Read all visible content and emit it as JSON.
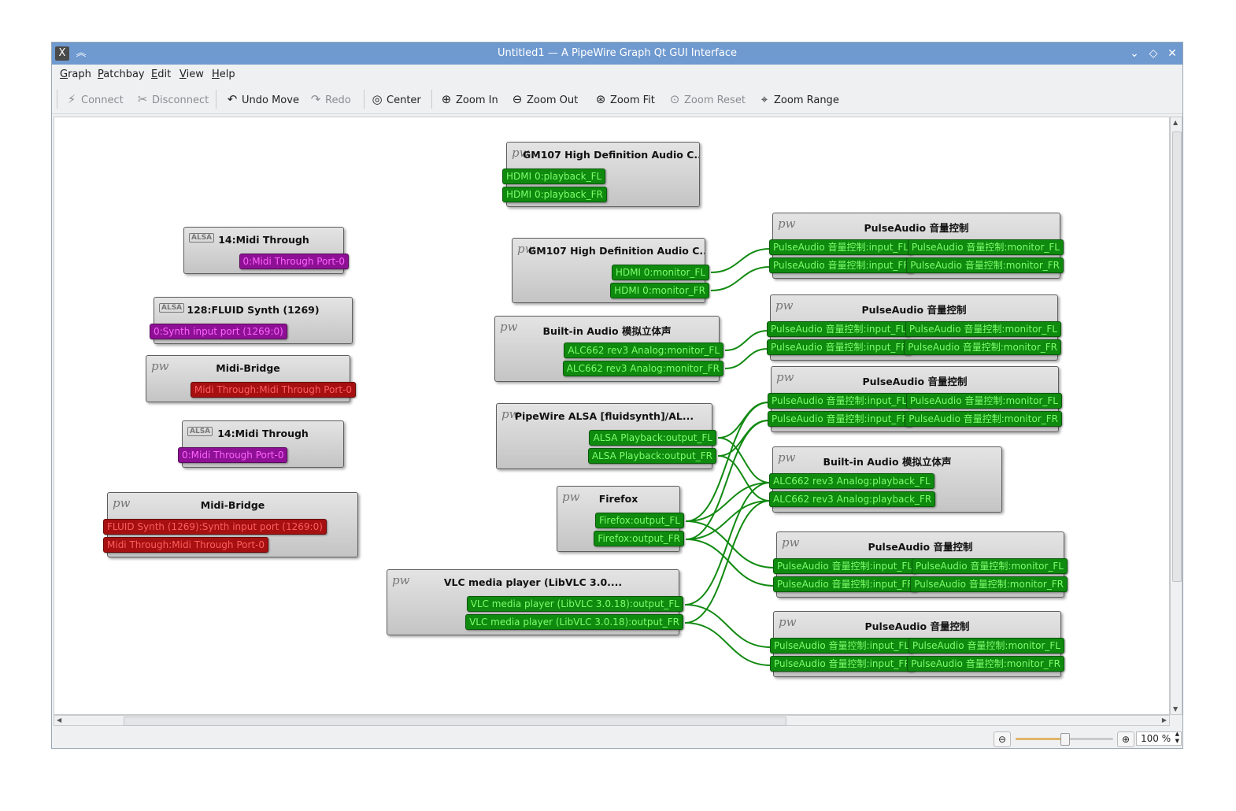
{
  "window": {
    "title": "Untitled1 — A PipeWire Graph Qt GUI Interface",
    "titlebar_left_icons": [
      "app-icon",
      "keep-above-icon"
    ],
    "titlebar_right_icons": [
      "minimize-icon",
      "maximize-icon",
      "close-icon"
    ]
  },
  "menubar": {
    "items": [
      {
        "label": "Graph",
        "u": "G",
        "rest": "raph"
      },
      {
        "label": "Patchbay",
        "u": "P",
        "rest": "atchbay"
      },
      {
        "label": "Edit",
        "u": "E",
        "rest": "dit"
      },
      {
        "label": "View",
        "u": "V",
        "rest": "iew"
      },
      {
        "label": "Help",
        "u": "H",
        "rest": "elp"
      }
    ]
  },
  "toolbar": {
    "connect": "Connect",
    "disconnect": "Disconnect",
    "undo_move": "Undo Move",
    "redo": "Redo",
    "center": "Center",
    "zoom_in": "Zoom In",
    "zoom_out": "Zoom Out",
    "zoom_fit": "Zoom Fit",
    "zoom_reset": "Zoom Reset",
    "zoom_range": "Zoom Range"
  },
  "colors": {
    "audio_port_bg": "#0f8a0f",
    "audio_port_text": "#7dff6c",
    "midi_port_bg": "#8e1195",
    "midi_port_text": "#ff64ff",
    "bridge_port_bg": "#a61010",
    "bridge_port_text": "#ff5d5d",
    "wire": "#128a12",
    "titlebar": "#6f9ad0"
  },
  "graph": {
    "nodes": {
      "gm107_out": {
        "title": "GM107 High Definition Audio C...",
        "icon": "pw",
        "ports": [
          "HDMI 0:playback_FL",
          "HDMI 0:playback_FR"
        ]
      },
      "midi_through_1": {
        "title": "14:Midi Through",
        "icon": "ALSA",
        "ports": [
          "0:Midi Through Port-0"
        ]
      },
      "gm107_mon": {
        "title": "GM107 High Definition Audio C...",
        "icon": "pw",
        "ports": [
          "HDMI 0:monitor_FL",
          "HDMI 0:monitor_FR"
        ]
      },
      "fluid": {
        "title": "128:FLUID Synth (1269)",
        "icon": "ALSA",
        "ports": [
          "0:Synth input port (1269:0)"
        ]
      },
      "builtin_mon": {
        "title": "Built-in Audio 模拟立体声",
        "icon": "pw",
        "ports": [
          "ALC662 rev3 Analog:monitor_FL",
          "ALC662 rev3 Analog:monitor_FR"
        ]
      },
      "midi_bridge_1": {
        "title": "Midi-Bridge",
        "icon": "pw",
        "ports": [
          "Midi Through:Midi Through Port-0"
        ]
      },
      "pw_alsa": {
        "title": "PipeWire ALSA [fluidsynth]/AL...",
        "icon": "pw",
        "ports": [
          "ALSA Playback:output_FL",
          "ALSA Playback:output_FR"
        ]
      },
      "midi_through_2": {
        "title": "14:Midi Through",
        "icon": "ALSA",
        "ports": [
          "0:Midi Through Port-0"
        ]
      },
      "firefox": {
        "title": "Firefox",
        "icon": "pw",
        "ports": [
          "Firefox:output_FL",
          "Firefox:output_FR"
        ]
      },
      "midi_bridge_2": {
        "title": "Midi-Bridge",
        "icon": "pw",
        "ports": [
          "FLUID Synth (1269):Synth input port (1269:0)",
          "Midi Through:Midi Through Port-0"
        ]
      },
      "vlc": {
        "title": "VLC media player (LibVLC 3.0....",
        "icon": "pw",
        "ports": [
          "VLC media player (LibVLC 3.0.18):output_FL",
          "VLC media player (LibVLC 3.0.18):output_FR"
        ]
      },
      "builtin_play": {
        "title": "Built-in Audio 模拟立体声",
        "icon": "pw",
        "ports": [
          "ALC662 rev3 Analog:playback_FL",
          "ALC662 rev3 Analog:playback_FR"
        ]
      },
      "pulse1": {
        "title": "PulseAudio 音量控制",
        "icon": "pw",
        "ports": [
          "PulseAudio 音量控制:input_FL",
          "PulseAudio 音量控制:input_FR",
          "PulseAudio 音量控制:monitor_FL",
          "PulseAudio 音量控制:monitor_FR"
        ]
      },
      "pulse2": {
        "title": "PulseAudio 音量控制",
        "icon": "pw",
        "ports": [
          "PulseAudio 音量控制:input_FL",
          "PulseAudio 音量控制:input_FR",
          "PulseAudio 音量控制:monitor_FL",
          "PulseAudio 音量控制:monitor_FR"
        ]
      },
      "pulse3": {
        "title": "PulseAudio 音量控制",
        "icon": "pw",
        "ports": [
          "PulseAudio 音量控制:input_FL",
          "PulseAudio 音量控制:input_FR",
          "PulseAudio 音量控制:monitor_FL",
          "PulseAudio 音量控制:monitor_FR"
        ]
      },
      "pulse4": {
        "title": "PulseAudio 音量控制",
        "icon": "pw",
        "ports": [
          "PulseAudio 音量控制:input_FL",
          "PulseAudio 音量控制:input_FR",
          "PulseAudio 音量控制:monitor_FL",
          "PulseAudio 音量控制:monitor_FR"
        ]
      },
      "pulse5": {
        "title": "PulseAudio 音量控制",
        "icon": "pw",
        "ports": [
          "PulseAudio 音量控制:input_FL",
          "PulseAudio 音量控制:input_FR",
          "PulseAudio 音量控制:monitor_FL",
          "PulseAudio 音量控制:monitor_FR"
        ]
      }
    }
  },
  "statusbar": {
    "zoom_level_percent": 100,
    "zoom_value": "100 %"
  }
}
